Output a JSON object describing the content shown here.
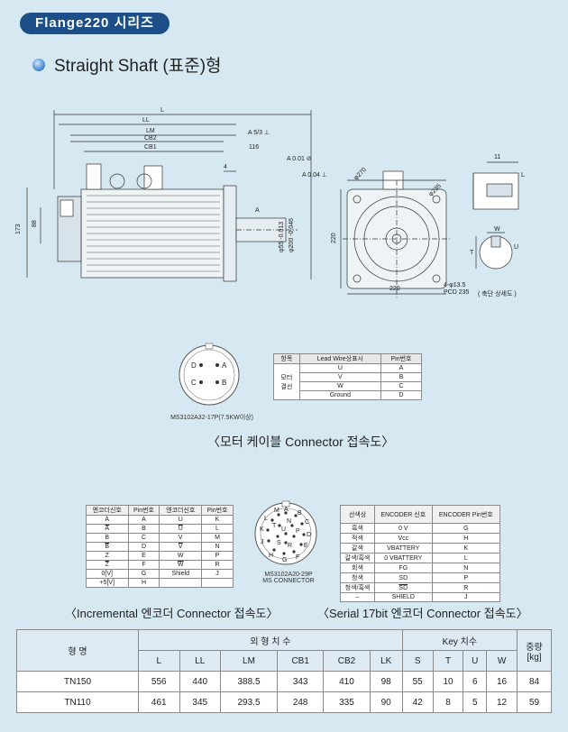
{
  "header": {
    "series": "Flange220 시리즈",
    "title": "Straight Shaft (표준)형"
  },
  "drawing": {
    "side_labels": [
      "L",
      "LL",
      "LM",
      "CB2",
      "CB1",
      "116",
      "4",
      "173",
      "88",
      "220",
      "A"
    ],
    "tolerance_labels": [
      "A 5/3 ⊥",
      "A 0.01 ⊘",
      "A 0.04 ⊥"
    ],
    "shaft_labels": [
      "φ55 -0.013",
      "φ200 -0.046"
    ],
    "front_labels": [
      "φ270",
      "φ235",
      "220",
      "220",
      "4-φ13.5",
      "PCD 235"
    ],
    "key_labels": [
      "11",
      "L",
      "W",
      "T",
      "U"
    ],
    "key_caption": "( 축단 상세도 )"
  },
  "power_connector": {
    "pins": [
      "D",
      "A",
      "C",
      "B"
    ],
    "model": "MS3102A32-17P(7.5KW이상)",
    "table_header": [
      "항목",
      "Lead Wire상표시",
      "Pin번호"
    ],
    "group_label_1": "모터",
    "group_label_2": "결선",
    "rows": [
      [
        "U",
        "A"
      ],
      [
        "V",
        "B"
      ],
      [
        "W",
        "C"
      ],
      [
        "Ground",
        "D"
      ]
    ],
    "caption": "〈모터 케이블 Connector 접속도〉"
  },
  "incremental": {
    "header": [
      "엔코더신호",
      "Pin번호",
      "엔코더신호",
      "Pin번호"
    ],
    "rows": [
      [
        "A",
        "A",
        "U",
        "K"
      ],
      [
        "A",
        "B",
        "U",
        "L"
      ],
      [
        "B",
        "C",
        "V",
        "M"
      ],
      [
        "B",
        "D",
        "V",
        "N"
      ],
      [
        "Z",
        "E",
        "W",
        "P"
      ],
      [
        "Z",
        "F",
        "W",
        "R"
      ],
      [
        "0[V]",
        "G",
        "Shield",
        "J"
      ],
      [
        "+5[V]",
        "H",
        "",
        ""
      ]
    ],
    "caption": "〈Incremental 엔코더 Connector 접속도〉"
  },
  "encoder_connector": {
    "pins": [
      "A",
      "B",
      "C",
      "D",
      "E",
      "F",
      "G",
      "H",
      "J",
      "K",
      "L",
      "M",
      "N",
      "P",
      "R",
      "S",
      "T",
      "U"
    ],
    "model_1": "MS3102A20-29P",
    "model_2": "MS CONNECTOR"
  },
  "serial": {
    "header": [
      "선색상",
      "ENCODER 신호",
      "ENCODER Pin번호"
    ],
    "rows": [
      [
        "흑색",
        "0 V",
        "G"
      ],
      [
        "적색",
        "Vcc",
        "H"
      ],
      [
        "갈색",
        "VBATTERY",
        "K"
      ],
      [
        "갈색/흑색",
        "0 VBATTERY",
        "L"
      ],
      [
        "회색",
        "FG",
        "N"
      ],
      [
        "청색",
        "SD",
        "P"
      ],
      [
        "청색/흑색",
        "SD",
        "R"
      ],
      [
        "–",
        "SHIELD",
        "J"
      ]
    ],
    "caption": "〈Serial 17bit 엔코더 Connector 접속도〉"
  },
  "dimensions": {
    "col_model": "형 명",
    "group_outer": "외 형 치 수",
    "group_key": "Key 치수",
    "col_weight": "중량 [kg]",
    "outer_cols": [
      "L",
      "LL",
      "LM",
      "CB1",
      "CB2",
      "LK"
    ],
    "key_cols": [
      "S",
      "T",
      "U",
      "W"
    ],
    "rows": [
      [
        "TN150",
        "556",
        "440",
        "388.5",
        "343",
        "410",
        "98",
        "55",
        "10",
        "6",
        "16",
        "84"
      ],
      [
        "TN110",
        "461",
        "345",
        "293.5",
        "248",
        "335",
        "90",
        "42",
        "8",
        "5",
        "12",
        "59"
      ]
    ]
  }
}
